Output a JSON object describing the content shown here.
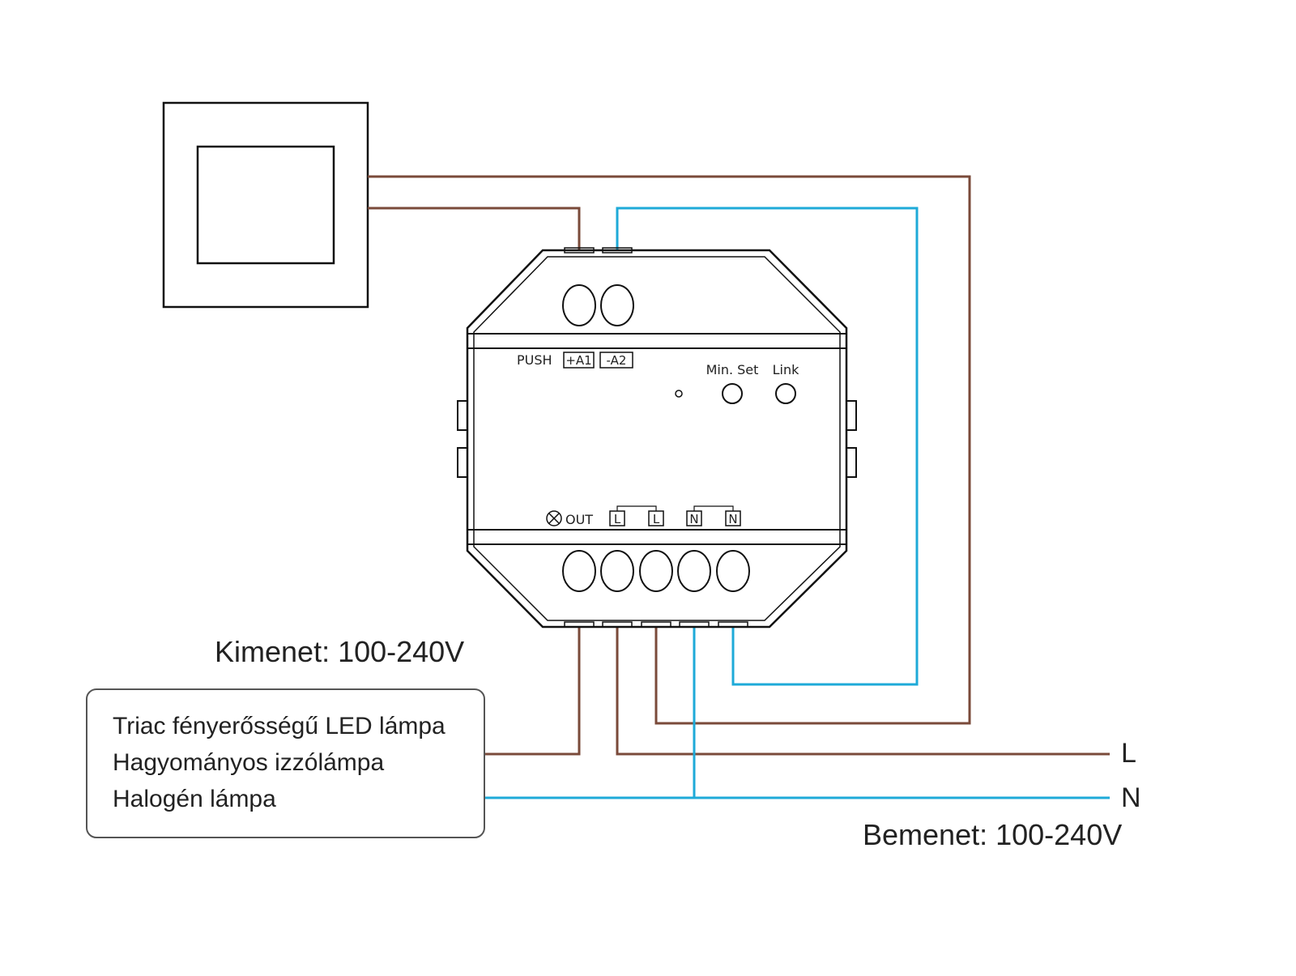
{
  "colors": {
    "live_wire": "#7a4a3a",
    "neutral_wire": "#1eaad8",
    "outline": "#111111",
    "background": "#ffffff"
  },
  "device": {
    "push_label": "PUSH",
    "a1_label": "+A1",
    "a2_label": "-A2",
    "min_set_label": "Min. Set",
    "link_label": "Link",
    "out_symbol": "lamp-cross-icon",
    "out_label": "OUT",
    "terminals": [
      "L",
      "L",
      "N",
      "N"
    ]
  },
  "output_label": "Kimenet: 100-240V",
  "input_label": "Bemenet: 100-240V",
  "lamp_box": {
    "lines": [
      "Triac fényerősségű LED lámpa",
      "Hagyományos izzólámpa",
      "Halogén lámpa"
    ]
  },
  "mains": {
    "live": "L",
    "neutral": "N"
  }
}
